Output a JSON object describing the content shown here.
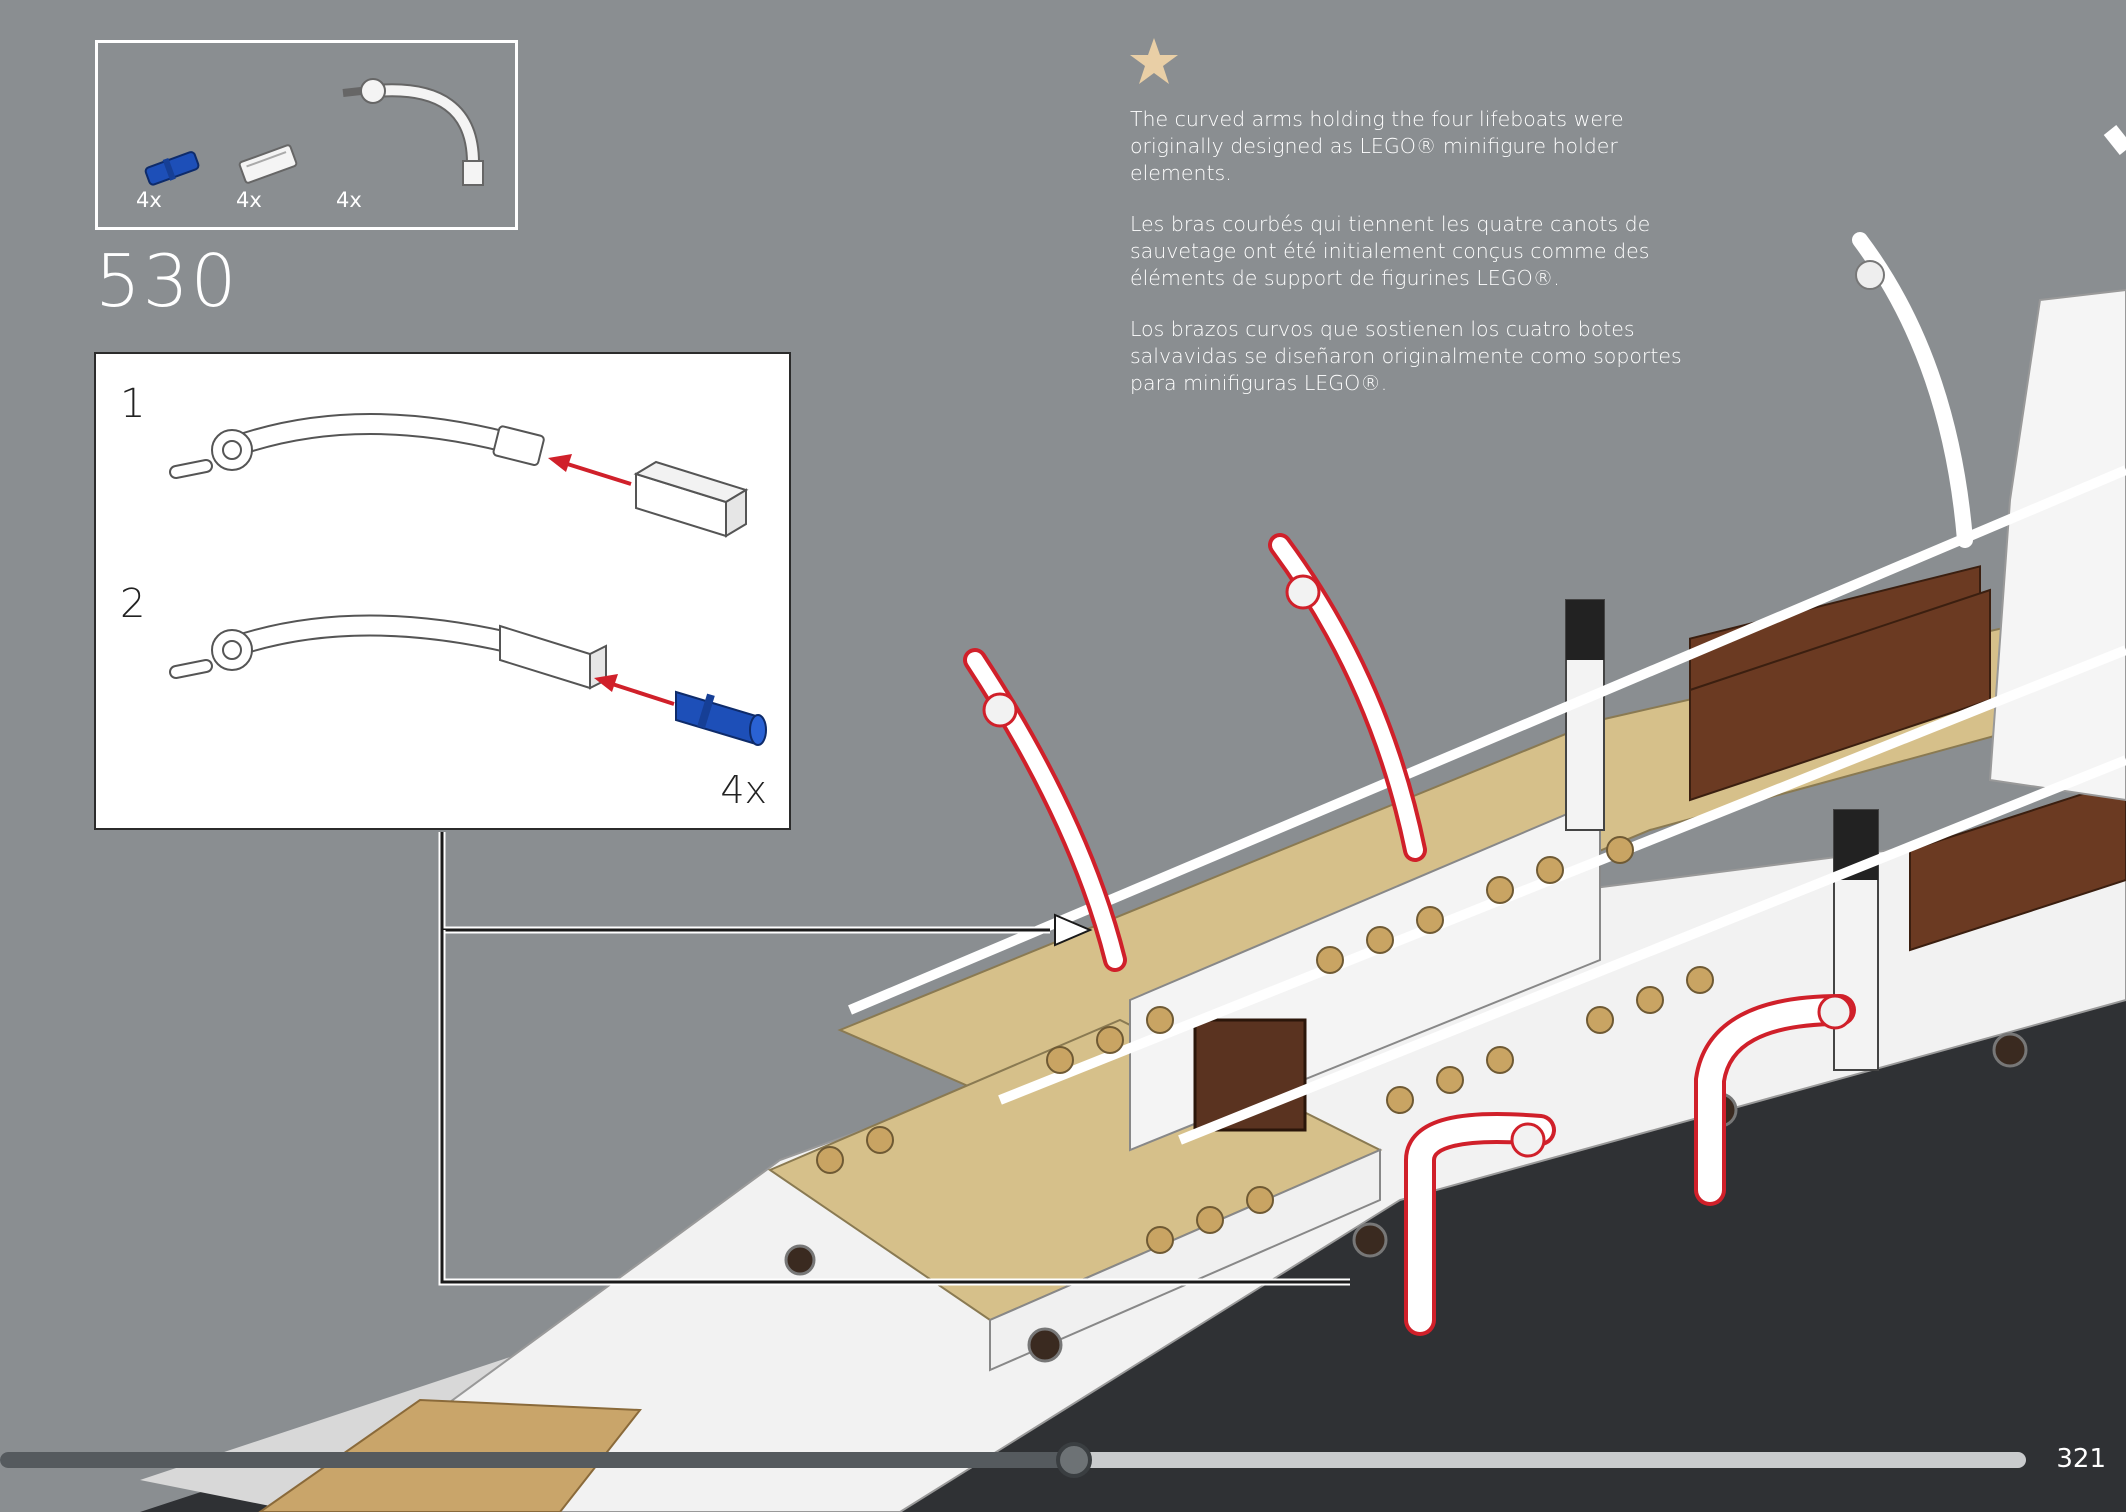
{
  "parts_list": {
    "items": [
      {
        "icon": "blue-pin-icon",
        "quantity": "4x"
      },
      {
        "icon": "white-axle-connector-icon",
        "quantity": "4x"
      },
      {
        "icon": "curved-holder-arm-icon",
        "quantity": "4x"
      }
    ]
  },
  "step": {
    "number": "530"
  },
  "sub_assembly": {
    "steps": [
      {
        "number": "1"
      },
      {
        "number": "2"
      }
    ],
    "quantity": "4x"
  },
  "info": {
    "icon": "star-icon",
    "paragraphs": [
      "The curved arms holding the four lifeboats were originally designed as LEGO® minifigure holder elements.",
      "Les bras courbés qui tiennent les quatre canots de sauvetage ont été initialement conçus comme des éléments de support de figurines LEGO®.",
      "Los brazos curvos que sostienen los cuatro botes salvavidas se diseñaron originalmente como soportes para minifiguras LEGO®."
    ]
  },
  "page": {
    "number": "321",
    "progress_fraction": 0.53
  },
  "colors": {
    "background": "#8a8e91",
    "highlight": "#d0202a",
    "tan": "#d6c08a",
    "brown": "#6b3a22",
    "star": "#e9cfa6"
  }
}
